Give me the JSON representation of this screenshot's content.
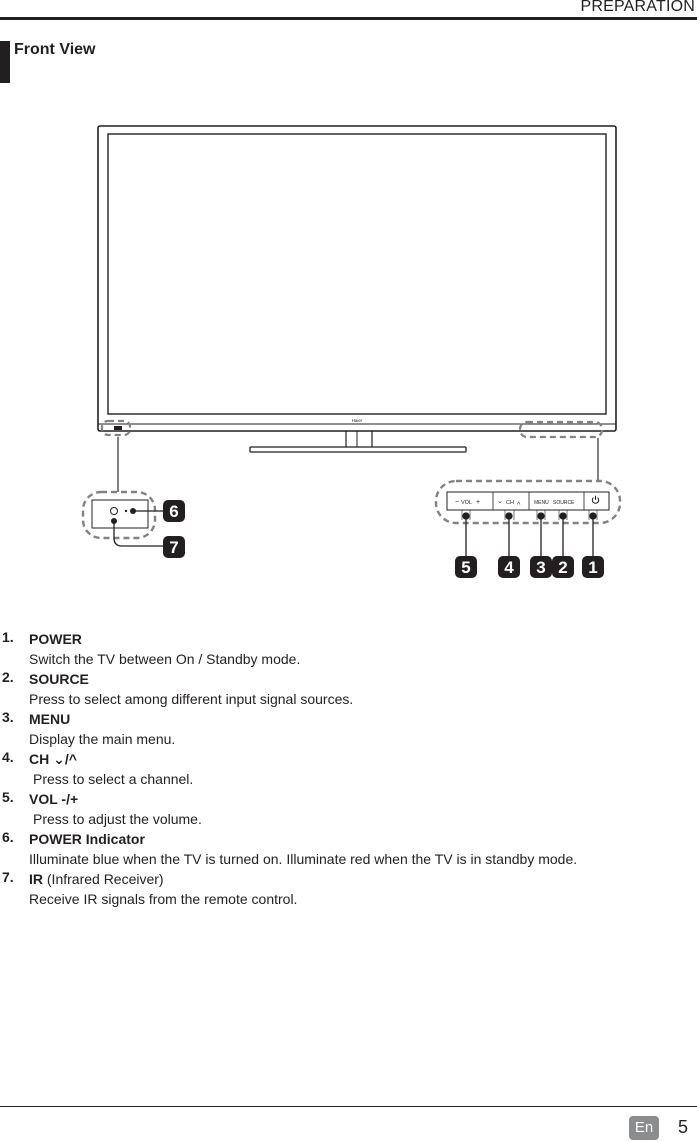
{
  "header": {
    "section_label": "PREPARATION"
  },
  "section": {
    "title": "Front View"
  },
  "diagram": {
    "tv_logo_text": "Haier",
    "button_panel": {
      "vol_label": "VOL",
      "ch_label": "CH",
      "menu_label": "MENU",
      "source_label": "SOURCE",
      "minus_glyph": "−",
      "plus_glyph": "+",
      "down_glyph": "⌄",
      "up_glyph": "^"
    },
    "callouts": [
      "1",
      "2",
      "3",
      "4",
      "5",
      "6",
      "7"
    ]
  },
  "items": [
    {
      "num": "1.",
      "name": "POWER",
      "suffix": "",
      "desc": "Switch the TV between On / Standby mode."
    },
    {
      "num": "2.",
      "name": "SOURCE",
      "suffix": "",
      "desc": "Press to select among different input signal sources."
    },
    {
      "num": "3.",
      "name": "MENU",
      "suffix": "",
      "desc": "Display the main menu."
    },
    {
      "num": "4.",
      "name": "CH ⌄/^",
      "suffix": "",
      "desc": "Press to select a channel."
    },
    {
      "num": "5.",
      "name": "VOL -/+",
      "suffix": "",
      "desc": "Press to adjust the volume."
    },
    {
      "num": "6.",
      "name": "POWER Indicator",
      "suffix": "",
      "desc": "Illuminate blue when the TV is turned on. Illuminate red when the TV is in standby mode."
    },
    {
      "num": "7.",
      "name": "IR",
      "suffix": " (Infrared Receiver)",
      "desc": "Receive IR signals from the remote control."
    }
  ],
  "footer": {
    "language": "En",
    "page_number": "5"
  }
}
